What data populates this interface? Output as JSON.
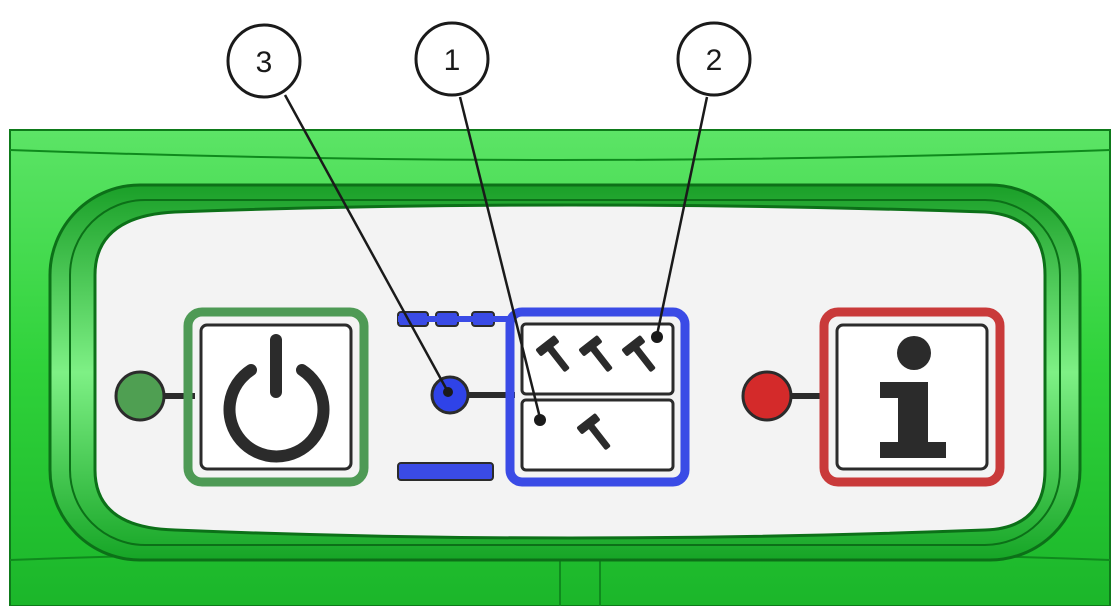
{
  "callouts": [
    {
      "number": "1",
      "target": "single-hammer-mode"
    },
    {
      "number": "2",
      "target": "triple-hammer-mode"
    },
    {
      "number": "3",
      "target": "mode-indicator-led"
    }
  ],
  "icons": {
    "power": "power-icon",
    "info": "info-icon",
    "single_hammer": "hammer-icon",
    "triple_hammer": "hammer-icon"
  },
  "colors": {
    "housing": "#2fd23a",
    "housing_dark": "#139a22",
    "panel": "#f2f2f2",
    "power_button": "#4e9a55",
    "power_led": "#4f9f52",
    "mode_selector": "#3a4be6",
    "mode_led": "#2f43e8",
    "info_button": "#c93a3a",
    "info_led": "#d42a2a",
    "symbol": "#2b2b2b"
  }
}
